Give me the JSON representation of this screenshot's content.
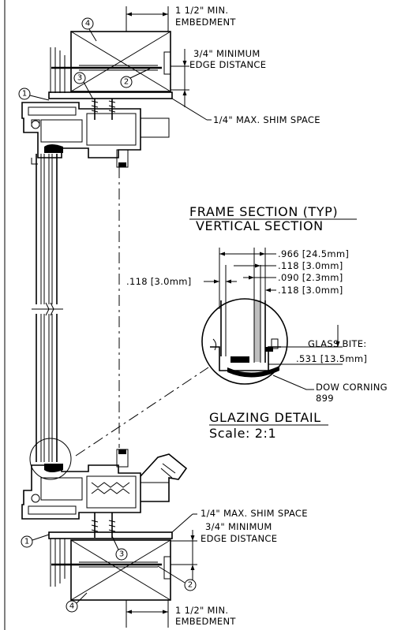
{
  "callouts": [
    "1",
    "2",
    "3",
    "4"
  ],
  "labels": {
    "top_embedment": "1 1/2\" MIN.",
    "top_embedment_2": "EMBEDMENT",
    "top_edge": "3/4\" MINIMUM",
    "top_edge_2": "EDGE DISTANCE",
    "top_shim": "1/4\" MAX. SHIM SPACE",
    "bottom_shim": "1/4\" MAX. SHIM SPACE",
    "bottom_edge": "3/4\" MINIMUM",
    "bottom_edge_2": "EDGE DISTANCE",
    "bottom_embedment": "1 1/2\" MIN.",
    "bottom_embedment_2": "EMBEDMENT"
  },
  "frame_section": {
    "title": "FRAME SECTION (TYP)",
    "subtitle": "VERTICAL SECTION"
  },
  "dimensions": {
    "d1": ".966 [24.5mm]",
    "d2": ".118 [3.0mm]",
    "d3": ".090 [2.3mm]",
    "d4": ".118 [3.0mm]",
    "left": ".118 [3.0mm]"
  },
  "glass_bite": {
    "label": "GLASS BITE:",
    "value": ".531 [13.5mm]"
  },
  "sealant": {
    "line1": "DOW CORNING",
    "line2": "899"
  },
  "glazing_detail": {
    "title": "GLAZING DETAIL",
    "scale": "Scale: 2:1"
  }
}
